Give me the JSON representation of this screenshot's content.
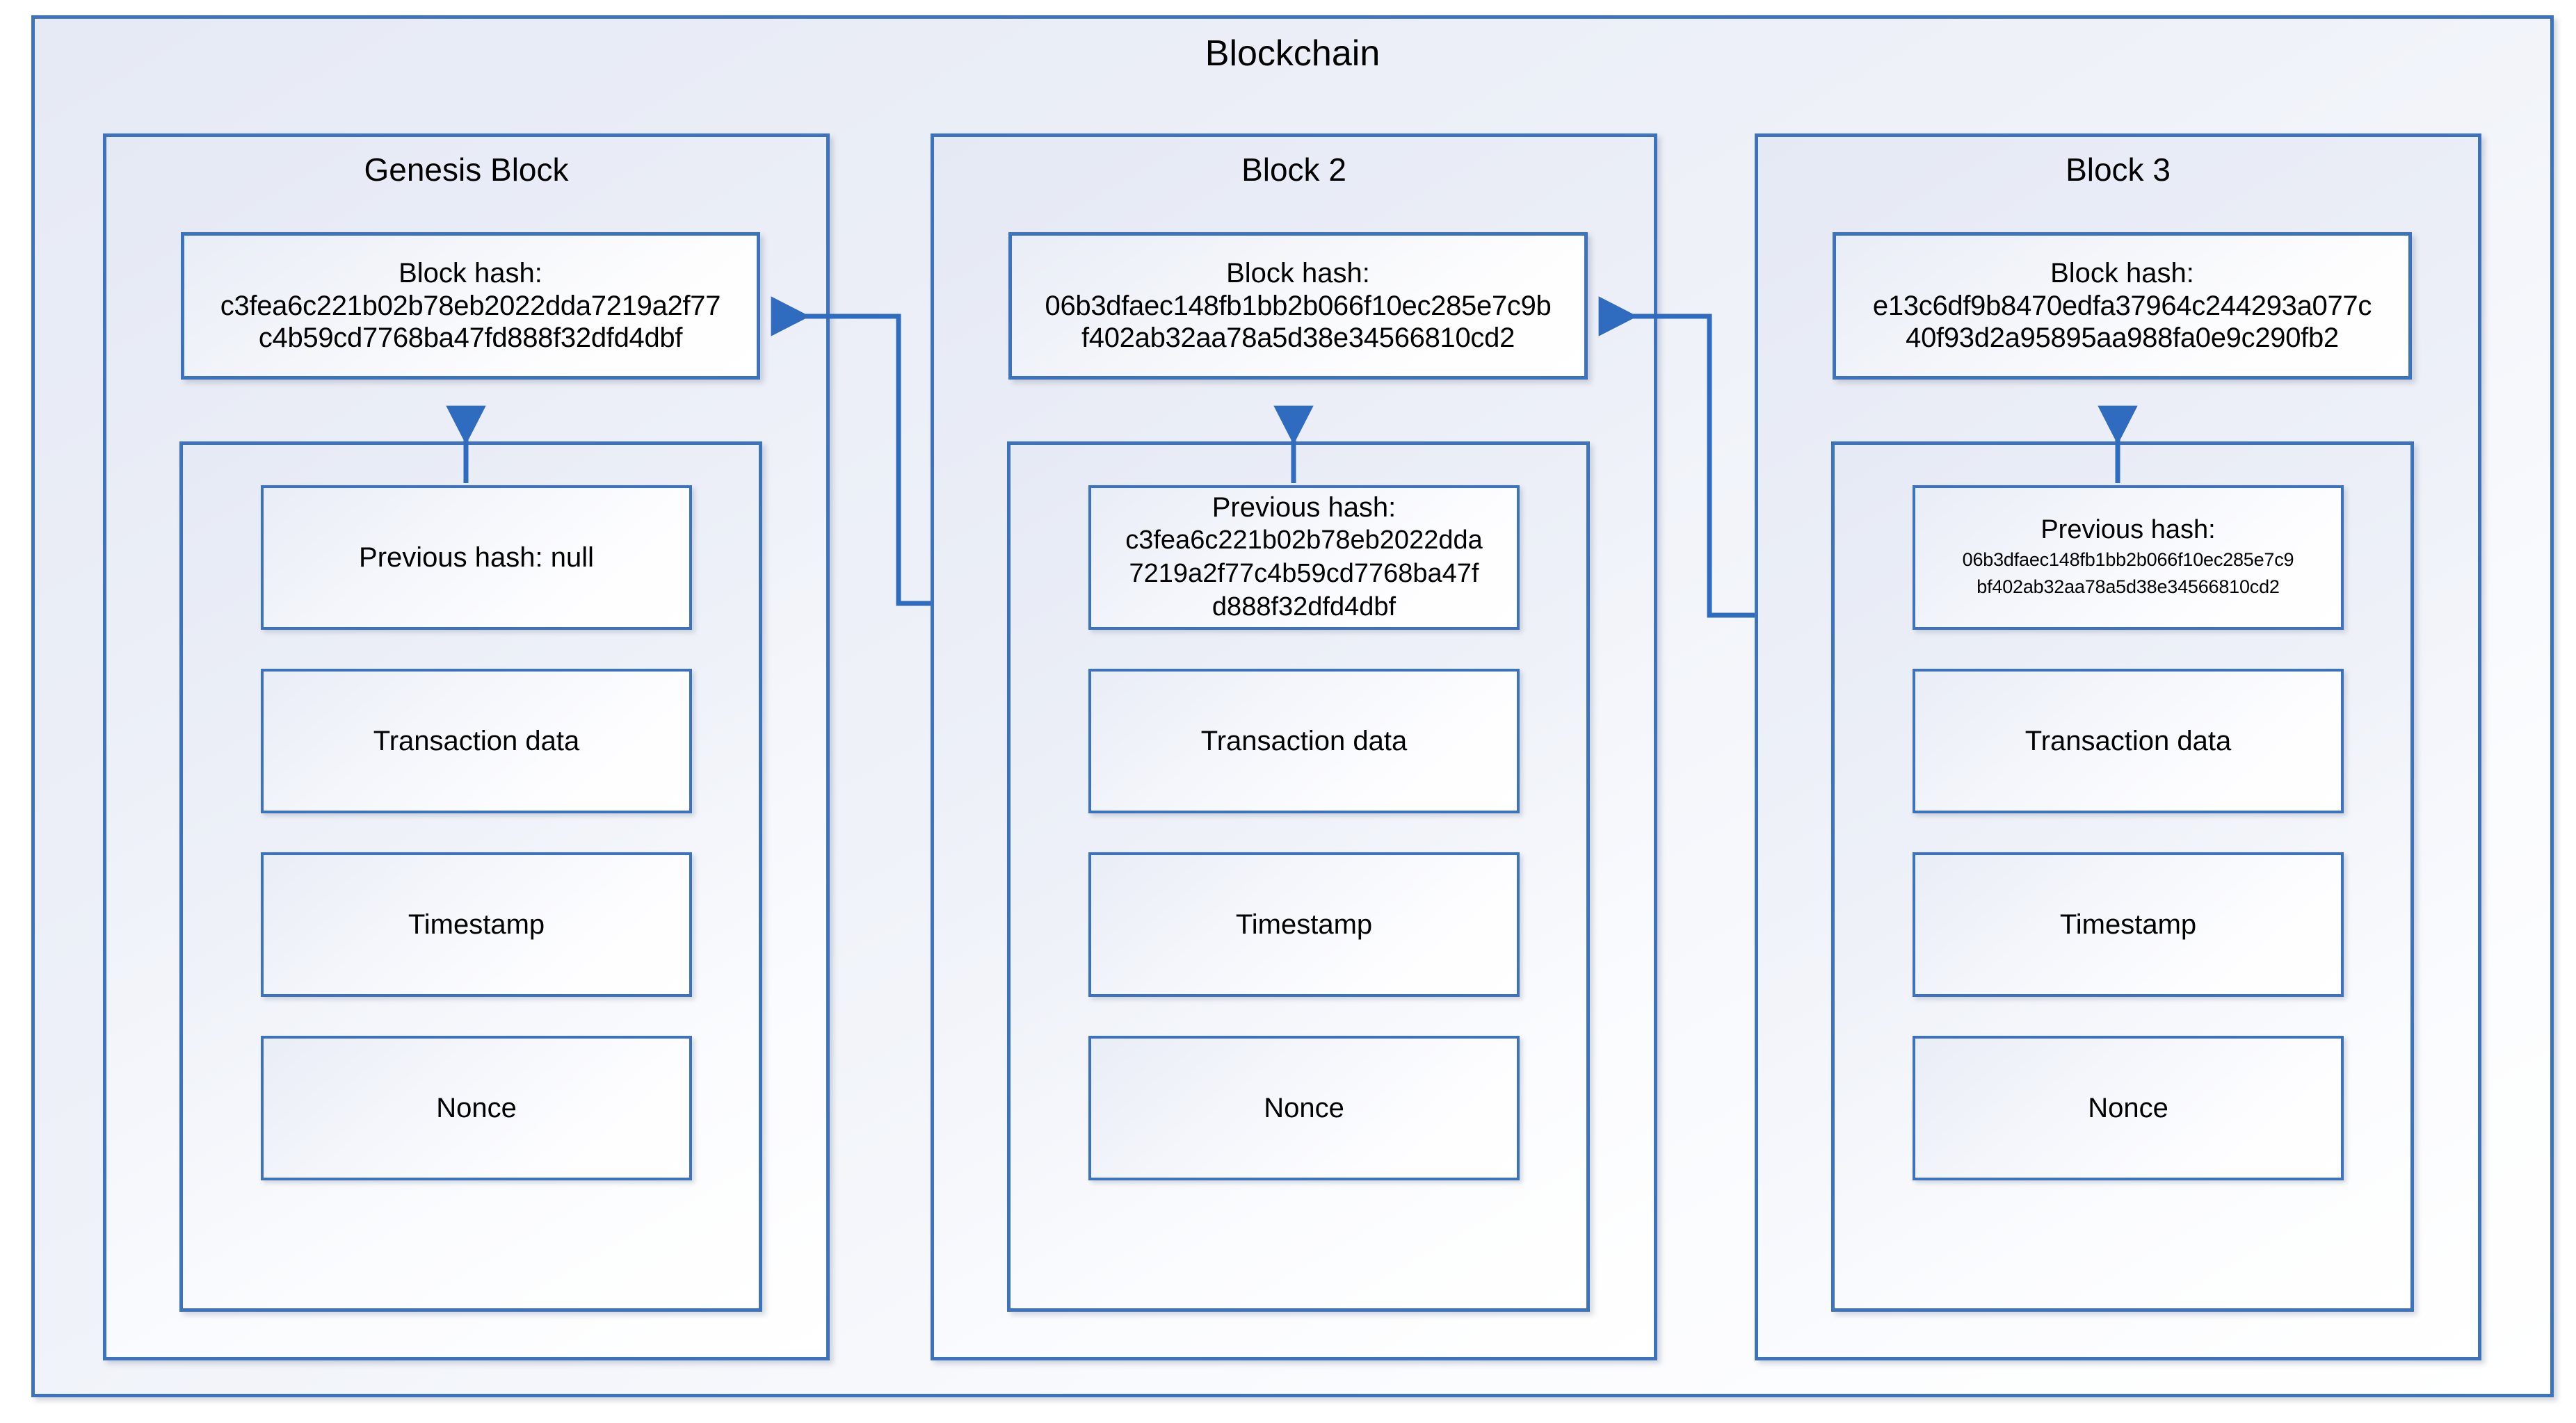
{
  "diagram": {
    "title": "Blockchain",
    "accent_color": "#3d72bc",
    "fill_color": "#eef1f8",
    "text_color": "#000000"
  },
  "blocks": [
    {
      "title": "Genesis Block",
      "hash_label": "Block hash:",
      "hash_lines": [
        "c3fea6c221b02b78eb2022dda7219a2f77",
        "c4b59cd7768ba47fd888f32dfd4dbf"
      ],
      "fields": [
        {
          "name": "previous-hash",
          "label": "Previous hash: null",
          "value_lines": []
        },
        {
          "name": "transaction-data",
          "label": "Transaction data",
          "value_lines": []
        },
        {
          "name": "timestamp",
          "label": "Timestamp",
          "value_lines": []
        },
        {
          "name": "nonce",
          "label": "Nonce",
          "value_lines": []
        }
      ]
    },
    {
      "title": "Block 2",
      "hash_label": "Block hash:",
      "hash_lines": [
        "06b3dfaec148fb1bb2b066f10ec285e7c9b",
        "f402ab32aa78a5d38e34566810cd2"
      ],
      "fields": [
        {
          "name": "previous-hash",
          "label": "Previous hash:",
          "value_lines": [
            "c3fea6c221b02b78eb2022dda",
            "7219a2f77c4b59cd7768ba47f",
            "d888f32dfd4dbf"
          ]
        },
        {
          "name": "transaction-data",
          "label": "Transaction data",
          "value_lines": []
        },
        {
          "name": "timestamp",
          "label": "Timestamp",
          "value_lines": []
        },
        {
          "name": "nonce",
          "label": "Nonce",
          "value_lines": []
        }
      ]
    },
    {
      "title": "Block 3",
      "hash_label": "Block hash:",
      "hash_lines": [
        "e13c6df9b8470edfa37964c244293a077c",
        "40f93d2a95895aa988fa0e9c290fb2"
      ],
      "fields": [
        {
          "name": "previous-hash",
          "label": "Previous hash:",
          "value_lines": [
            "06b3dfaec148fb1bb2b066f10ec285e7c9",
            "bf402ab32aa78a5d38e34566810cd2"
          ]
        },
        {
          "name": "transaction-data",
          "label": "Transaction data",
          "value_lines": []
        },
        {
          "name": "timestamp",
          "label": "Timestamp",
          "value_lines": []
        },
        {
          "name": "nonce",
          "label": "Nonce",
          "value_lines": []
        }
      ]
    }
  ],
  "connectors": [
    {
      "name": "block2-prev-hash-to-genesis-hash",
      "from": "block-2 previous hash",
      "to": "genesis block hash",
      "direction": "left"
    },
    {
      "name": "block3-prev-hash-to-block2-hash",
      "from": "block-3 previous hash",
      "to": "block-2 block hash",
      "direction": "left"
    },
    {
      "name": "genesis-body-to-genesis-hash",
      "from": "genesis block body",
      "to": "genesis block hash",
      "direction": "up"
    },
    {
      "name": "block2-body-to-block2-hash",
      "from": "block-2 body",
      "to": "block-2 block hash",
      "direction": "up"
    },
    {
      "name": "block3-body-to-block3-hash",
      "from": "block-3 body",
      "to": "block-3 block hash",
      "direction": "up"
    }
  ]
}
